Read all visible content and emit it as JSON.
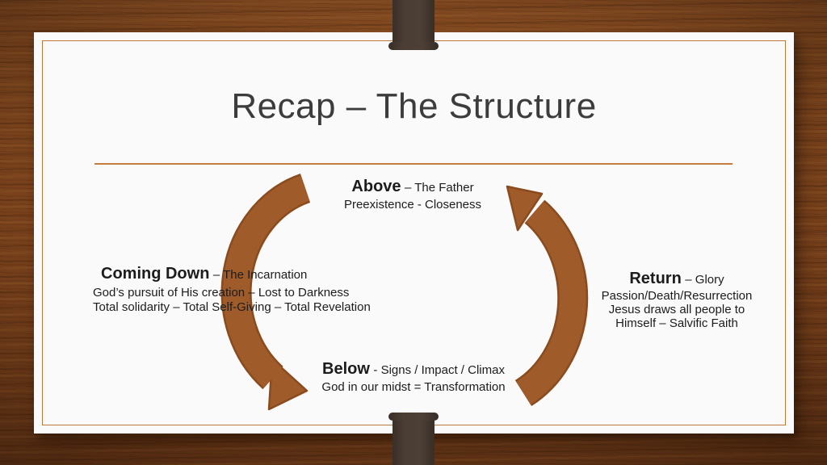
{
  "slide": {
    "title": "Recap – The Structure",
    "cycle": {
      "above": {
        "heading": "Above",
        "suffix": "– The Father",
        "lines": [
          "Preexistence - Closeness"
        ]
      },
      "coming_down": {
        "heading": "Coming Down",
        "suffix": "– The Incarnation",
        "lines": [
          "God’s pursuit of His creation – Lost to Darkness",
          "Total solidarity – Total Self-Giving – Total Revelation"
        ]
      },
      "return": {
        "heading": "Return",
        "suffix": "– Glory",
        "lines": [
          "Passion/Death/Resurrection",
          "Jesus draws all people to",
          "Himself – Salvific Faith"
        ]
      },
      "below": {
        "heading": "Below",
        "suffix": "-  Signs / Impact / Climax",
        "lines": [
          "God in our midst = Transformation"
        ]
      }
    },
    "colors": {
      "arrow_fill": "#9f5b2a",
      "arrow_outline": "#8a4b1e",
      "accent_line": "#c57c3e",
      "slide_border": "#bf783c",
      "strap": "#46392f",
      "wood": "#82471e",
      "title_text": "#3c3c3c",
      "body_text": "#1c1c1c"
    }
  }
}
